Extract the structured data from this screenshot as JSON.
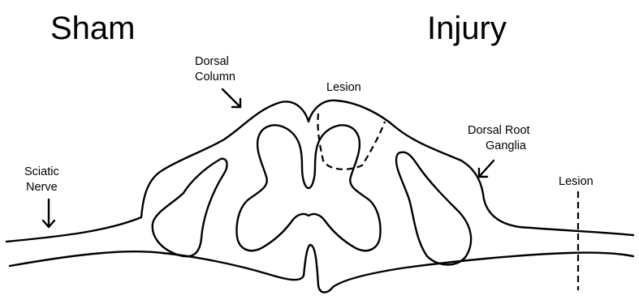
{
  "labels": {
    "sham": "Sham",
    "injury": "Injury",
    "dorsal_column_line1": "Dorsal",
    "dorsal_column_line2": "Column",
    "lesion_top": "Lesion",
    "dorsal_root_line1": "Dorsal Root",
    "dorsal_root_line2": "Ganglia",
    "sciatic_line1": "Sciatic",
    "sciatic_line2": "Nerve",
    "lesion_right": "Lesion"
  },
  "colors": {
    "line": "#000000",
    "background": "#ffffff"
  }
}
